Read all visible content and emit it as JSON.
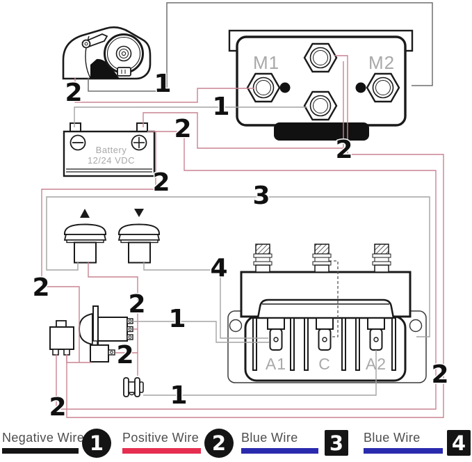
{
  "components": {
    "motor_terminal_box": {
      "m1_label": "M1",
      "m2_label": "M2"
    },
    "battery": {
      "name": "Battery",
      "voltage": "12/24 VDC"
    },
    "solenoid": {
      "a1_label": "A1",
      "c_label": "C",
      "a2_label": "A2"
    }
  },
  "wire_markers": [
    {
      "n": "2"
    },
    {
      "n": "1"
    },
    {
      "n": "1"
    },
    {
      "n": "2"
    },
    {
      "n": "2"
    },
    {
      "n": "2"
    },
    {
      "n": "3"
    },
    {
      "n": "2"
    },
    {
      "n": "4"
    },
    {
      "n": "2"
    },
    {
      "n": "1"
    },
    {
      "n": "2"
    },
    {
      "n": "1"
    },
    {
      "n": "2"
    },
    {
      "n": "2"
    }
  ],
  "legend": {
    "items": [
      {
        "label": "Negative Wire",
        "number": "1",
        "color": "#141414",
        "shape": "circle"
      },
      {
        "label": "Positive Wire",
        "number": "2",
        "color": "#e62e50",
        "shape": "circle"
      },
      {
        "label": "Blue Wire",
        "number": "3",
        "color": "#2a2aae",
        "shape": "square"
      },
      {
        "label": "Blue Wire",
        "number": "4",
        "color": "#2a2aae",
        "shape": "square"
      }
    ]
  },
  "colors": {
    "negative_wire": "#141414",
    "positive_wire": "#e62e50",
    "blue_wire": "#2a2aae",
    "diagram_red_wire": "#c98492",
    "diagram_grey_wire": "#a3a3a3"
  }
}
